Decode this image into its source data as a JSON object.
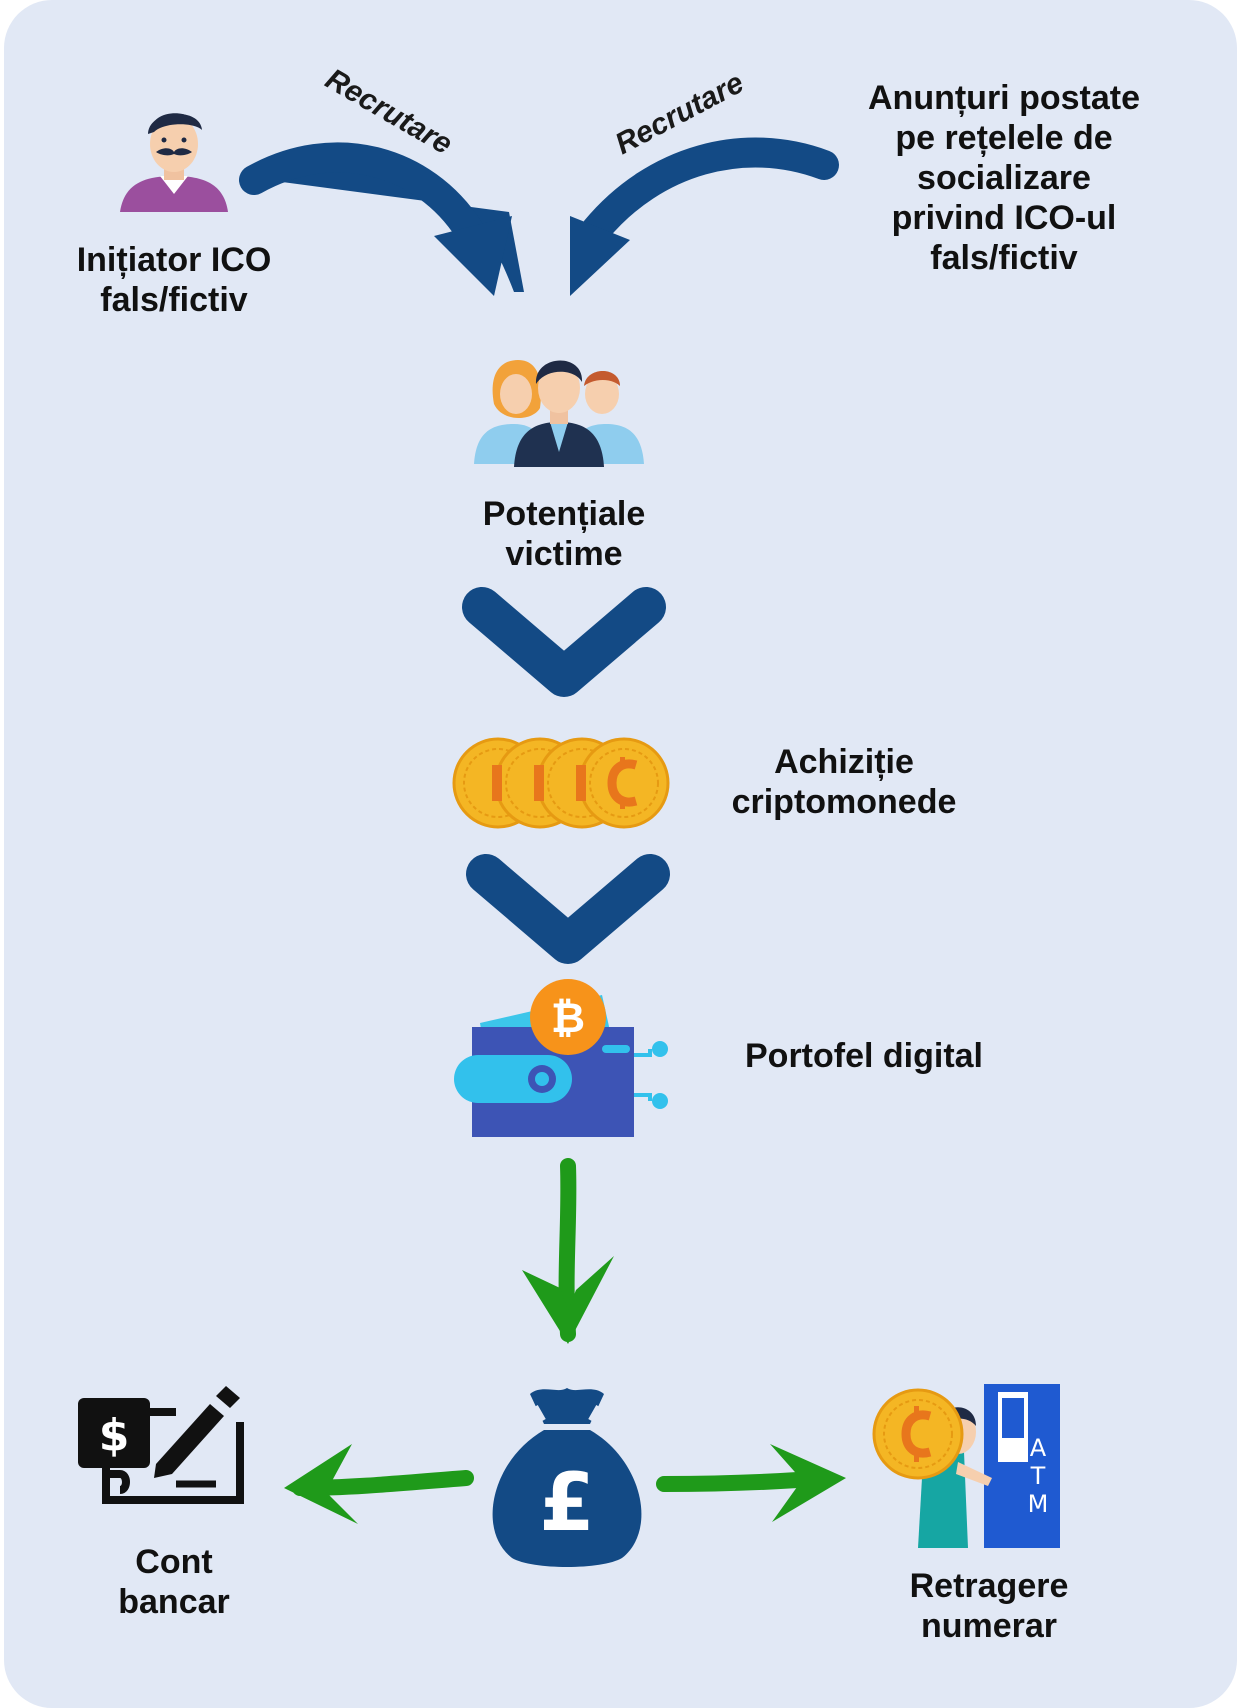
{
  "nodes": {
    "initiator": {
      "lines": [
        "Inițiator ICO",
        "fals/fictiv"
      ],
      "icon": "man-with-mustache-icon"
    },
    "ads": {
      "lines": [
        "Anunțuri postate",
        "pe rețelele de",
        "socializare",
        "privind ICO-ul",
        "fals/fictiv"
      ]
    },
    "victims": {
      "lines": [
        "Potențiale",
        "victime"
      ],
      "icon": "people-group-icon"
    },
    "purchase": {
      "lines": [
        "Achiziție",
        "criptomonede"
      ],
      "icon": "crypto-coins-icon"
    },
    "wallet": {
      "lines": [
        "Portofel digital"
      ],
      "icon": "bitcoin-wallet-icon"
    },
    "money": {
      "icon": "pound-money-bag-icon"
    },
    "bank": {
      "lines": [
        "Cont",
        "bancar"
      ],
      "icon": "bank-cheque-icon"
    },
    "cash": {
      "lines": [
        "Retragere",
        "numerar"
      ],
      "icon": "atm-withdrawal-icon"
    }
  },
  "edges": {
    "recruit_left": {
      "label": "Recrutare"
    },
    "recruit_right": {
      "label": "Recrutare"
    }
  },
  "colors": {
    "background": "#e1e8f5",
    "arrow_blue": "#134a85",
    "arrow_green": "#1f9a1a",
    "coin_gold": "#f4b624",
    "bitcoin_orange": "#f7931a",
    "wallet_blue": "#3d54b5"
  }
}
